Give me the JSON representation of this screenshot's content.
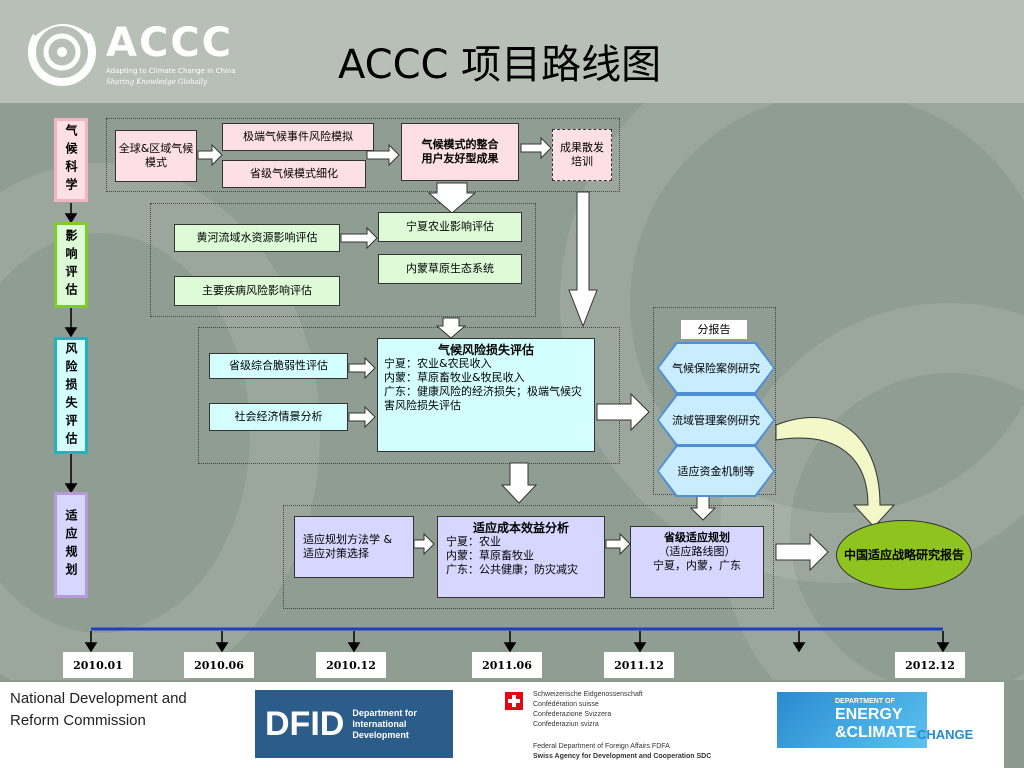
{
  "header": {
    "logo_name": "ACCC",
    "logo_subtitle": "Adapting to Climate Change in China",
    "logo_tagline": "Sharing  Knowledge  Globally",
    "title": "ACCC 项目路线图"
  },
  "stages": {
    "climate_science": "气候科学",
    "impact_assessment": "影响评估",
    "risk_assessment": "风险损失评估",
    "adaptation_planning": "适应规划"
  },
  "row1": {
    "global_regional_model": "全球&区域气候模式",
    "extreme_event_risk": "极端气候事件风险模拟",
    "provincial_downscale": "省级气候模式细化",
    "integrated_results_title": "气候模式的整合",
    "integrated_results_sub": "用户友好型成果",
    "dissemination": "成果散发培训"
  },
  "row2": {
    "yellow_river": "黄河流域水资源影响评估",
    "disease_risk": "主要疾病风险影响评估",
    "ningxia_agri": "宁夏农业影响评估",
    "inner_mongolia_grass": "内蒙草原生态系统"
  },
  "row3": {
    "vulnerability": "省级综合脆弱性评估",
    "socioeconomic": "社会经济情景分析",
    "loss_title": "气候风险损失评估",
    "loss_lines": [
      "宁夏：农业&农民收入",
      "内蒙：草原畜牧业&牧民收入",
      "广东：健康风险的经济损失；极端气候灾害风险损失评估"
    ]
  },
  "subreports": {
    "label": "分报告",
    "items": [
      "气候保险案例研究",
      "流域管理案例研究",
      "适应资金机制等"
    ]
  },
  "row4": {
    "methodology": "适应规划方法学 & 适应对策选择",
    "cba_title": "适应成本效益分析",
    "cba_lines": [
      "宁夏：农业",
      "内蒙：草原畜牧业",
      "广东：公共健康；防灾减灾"
    ],
    "provincial_plan_title": "省级适应规划",
    "provincial_plan_sub": "（适应路线图）",
    "provincial_plan_regions": "宁夏，内蒙，广东"
  },
  "final_report": "中国适应战略研究报告",
  "timeline": [
    "2010.01",
    "2010.06",
    "2010.12",
    "2011.06",
    "2011.12",
    "2012.12"
  ],
  "footer": {
    "ndrc": "National Development and Reform Commission",
    "dfid_abbr": "DFID",
    "dfid_full": "Department for International Development",
    "swiss_lines": [
      "Schweizerische Eidgenossenschaft",
      "Confédération suisse",
      "Confederazione Svizzera",
      "Confederaziun svizra"
    ],
    "swiss_dept": "Federal Department of Foreign Affairs FDFA",
    "swiss_agency": "Swiss Agency for Development and Cooperation SDC",
    "decc_top": "DEPARTMENT OF",
    "decc_energy": "ENERGY",
    "decc_climate": "&CLIMATE",
    "decc_change": "CHANGE"
  },
  "colors": {
    "timeline_blue": "#1f3fbf",
    "pink": "#fde0e6",
    "green": "#dcfbd6",
    "cyan": "#d4ffff",
    "lavender": "#d6d6ff",
    "final_green": "#8fc31f"
  }
}
